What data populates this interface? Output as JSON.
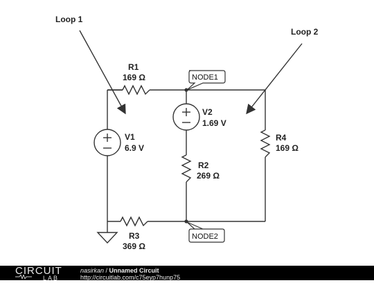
{
  "annotations": {
    "loop1": "Loop 1",
    "loop2": "Loop 2"
  },
  "nodes": {
    "node1": "NODE1",
    "node2": "NODE2"
  },
  "components": {
    "r1": {
      "name": "R1",
      "value": "169 Ω"
    },
    "r2": {
      "name": "R2",
      "value": "269 Ω"
    },
    "r3": {
      "name": "R3",
      "value": "369 Ω"
    },
    "r4": {
      "name": "R4",
      "value": "169 Ω"
    },
    "v1": {
      "name": "V1",
      "value": "6.9 V"
    },
    "v2": {
      "name": "V2",
      "value": "1.69 V"
    }
  },
  "footer": {
    "logo_top": "CIRCUIT",
    "logo_bottom": "LAB",
    "author": "nasirkan",
    "separator": " / ",
    "circuit_name": "Unnamed Circuit",
    "url": "http://circuitlab.com/c75eyp7hunp75"
  },
  "colors": {
    "wire": "#333333",
    "footer_bg": "#000000"
  }
}
